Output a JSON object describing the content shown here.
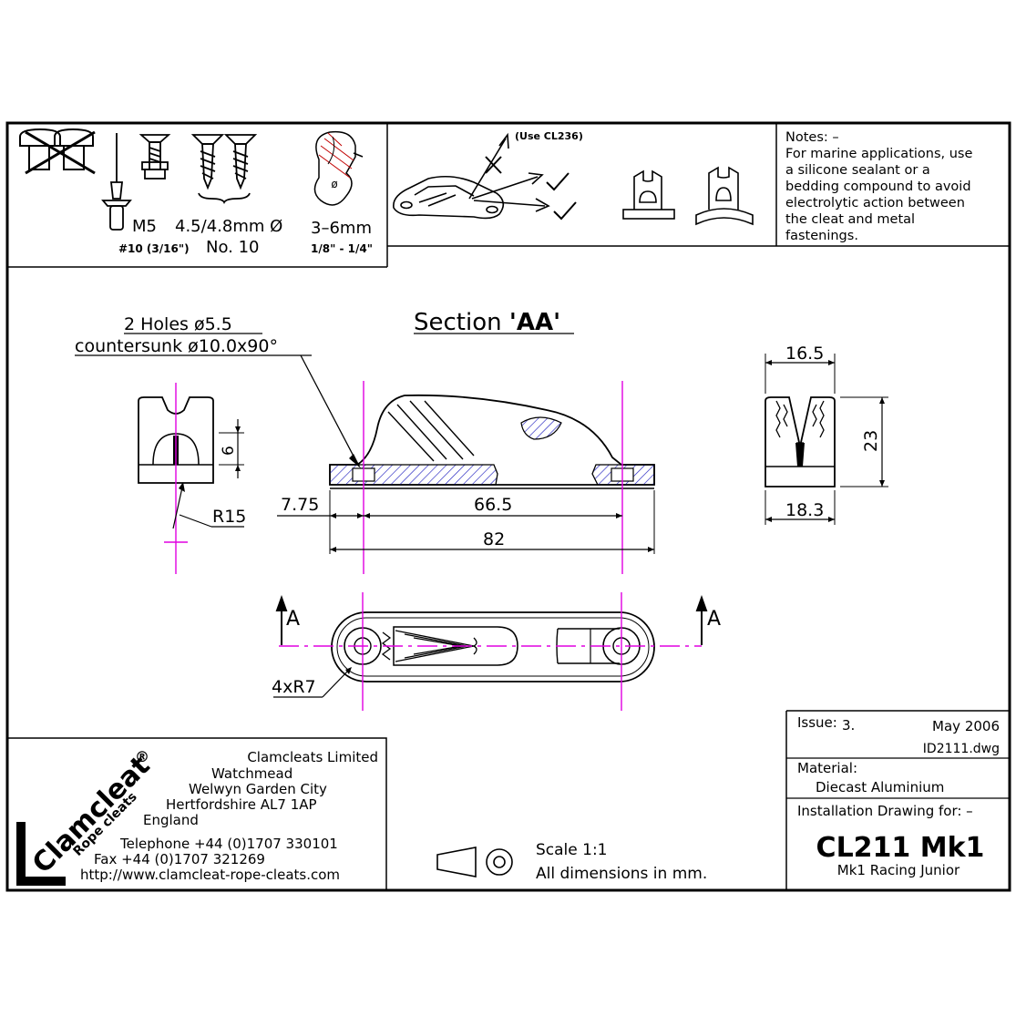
{
  "fasteners": {
    "m5": "M5",
    "m5_imperial": "#10 (3/16\")",
    "screw_dia": "4.5/4.8mm Ø",
    "screw_no": "No. 10",
    "rivet": "3–6mm",
    "rivet_imperial": "1/8\" - 1/4\""
  },
  "usage": {
    "note": "(Use CL236)"
  },
  "notes": {
    "lines": [
      "Notes: –",
      "For marine applications, use",
      "a silicone sealant or a",
      "bedding compound to avoid",
      "electrolytic action between",
      "the cleat and metal",
      "fastenings."
    ]
  },
  "drawing": {
    "section_prefix": "Section ",
    "section_name": "'AA'",
    "holes": "2 Holes ø5.5",
    "countersunk": "countersunk ø10.0x90°",
    "dim_6": "6",
    "dim_r15": "R15",
    "dim_775": "7.75",
    "dim_665": "66.5",
    "dim_82": "82",
    "dim_165": "16.5",
    "dim_23": "23",
    "dim_183": "18.3",
    "section_marker": "A",
    "dim_4xr7": "4xR7"
  },
  "company": {
    "logo_word": "Clamcleat",
    "logo_sub": "Rope cleats",
    "logo_mark": "®",
    "lines": [
      "Clamcleats Limited",
      "Watchmead",
      "Welwyn Garden City",
      "Hertfordshire AL7 1AP",
      "England"
    ],
    "telephone": "Telephone +44 (0)1707 330101",
    "fax": "Fax +44 (0)1707 321269",
    "url": "http://www.clamcleat-rope-cleats.com"
  },
  "scale": {
    "scale": "Scale 1:1",
    "units": "All dimensions in mm."
  },
  "titleblock": {
    "issue_label": "Issue:",
    "issue_value": "3.",
    "date": "May 2006",
    "file": "ID2111.dwg",
    "material_label": "Material:",
    "material_value": "Diecast Aluminium",
    "drawing_for": "Installation Drawing for: –",
    "product": "CL211 Mk1",
    "product_sub": "Mk1 Racing Junior"
  },
  "colors": {
    "center_line": "#e000e0",
    "hatch": "#2020c0"
  }
}
